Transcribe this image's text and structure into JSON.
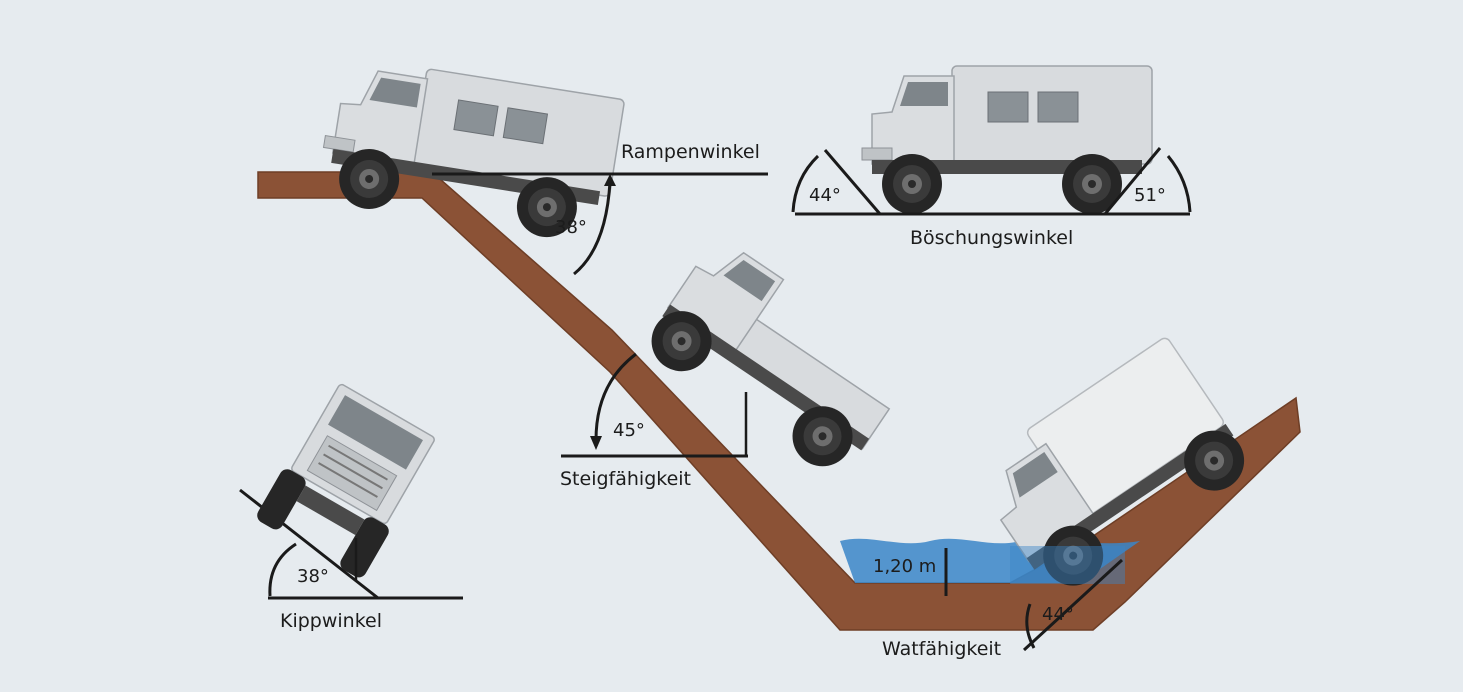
{
  "labels": {
    "rampenwinkel": "Rampenwinkel",
    "boeschungswinkel": "Böschungswinkel",
    "steigfaehigkeit": "Steigfähigkeit",
    "kippwinkel": "Kippwinkel",
    "watfaehigkeit": "Watfähigkeit"
  },
  "values": {
    "rampenwinkel": "38°",
    "boeschung_front": "44°",
    "boeschung_rear": "51°",
    "steigfaehigkeit": "45°",
    "kippwinkel": "38°",
    "watfaehigkeit_depth": "1,20 m",
    "watfaehigkeit_angle": "44°"
  },
  "colors": {
    "background": "#e6ebef",
    "terrain": "#8b5236",
    "water": "#3a86c8",
    "truck_body": "#d6d9dc",
    "tire": "#2a2a2a",
    "line": "#1a1a1a"
  },
  "icons": [
    "truck-icon"
  ]
}
